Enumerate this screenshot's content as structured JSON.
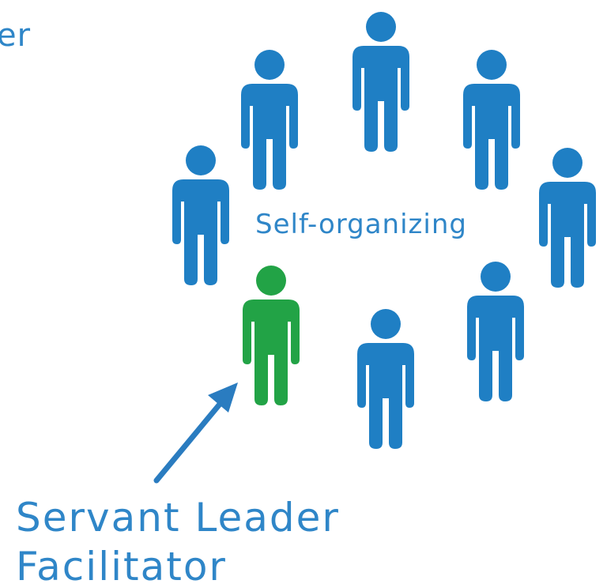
{
  "colors": {
    "team": "#1f7fc4",
    "leader": "#22a346",
    "text": "#2f86c8",
    "arrow": "#2a7cc0",
    "background": "#ffffff"
  },
  "labels": {
    "corner_fragment": "er",
    "center": "Self-organizing",
    "caption_line1": "Servant Leader",
    "caption_line2": "Facilitator"
  },
  "figures": [
    {
      "role": "team-member",
      "icon": "person-icon",
      "color_key": "team"
    },
    {
      "role": "team-member",
      "icon": "person-icon",
      "color_key": "team"
    },
    {
      "role": "team-member",
      "icon": "person-icon",
      "color_key": "team"
    },
    {
      "role": "team-member",
      "icon": "person-icon",
      "color_key": "team"
    },
    {
      "role": "team-member",
      "icon": "person-icon",
      "color_key": "team"
    },
    {
      "role": "team-member",
      "icon": "person-icon",
      "color_key": "team"
    },
    {
      "role": "team-member",
      "icon": "person-icon",
      "color_key": "team"
    },
    {
      "role": "servant-leader",
      "icon": "person-icon",
      "color_key": "leader"
    }
  ]
}
